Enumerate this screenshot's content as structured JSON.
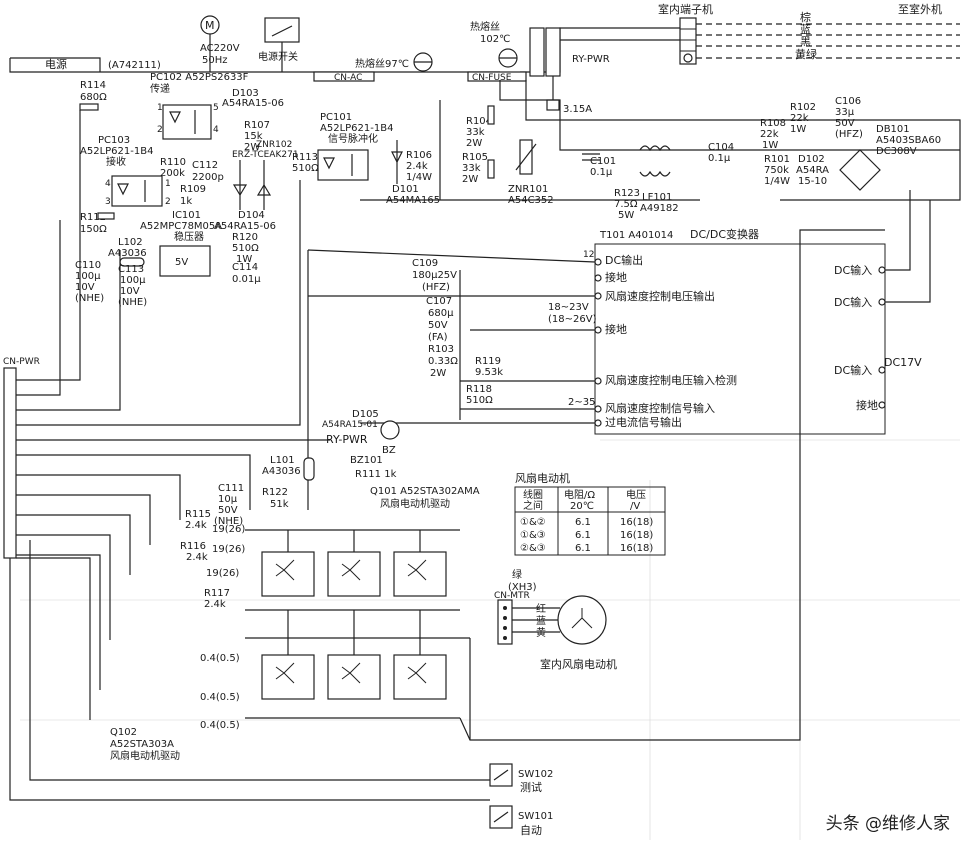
{
  "watermark": "头条 @维修人家",
  "labels": {
    "motor_symbol": "M",
    "ac220v": "AC220V",
    "hz50": "50Hz",
    "power_switch": "电源开关",
    "indoor_terminal": "室内端子机",
    "to_outdoor": "至室外机",
    "wire_brown": "棕",
    "wire_blue": "蓝",
    "wire_black": "黑",
    "wire_yellow_green": "黄绿",
    "power": "电源",
    "power_part": "(A742111)",
    "thermal_fuse_97": "热熔丝97℃",
    "thermal_fuse": "热熔丝",
    "temp_102": "102℃",
    "cn_ac": "CN-AC",
    "cn_fuse": "CN-FUSE",
    "ry_pwr": "RY-PWR",
    "fuse_315": "3.15A",
    "pc102": "PC102 A52PS2633F",
    "pc102_fn": "传递",
    "pin1": "1",
    "pin2": "2",
    "pin3": "3",
    "pin4": "4",
    "pin5": "5",
    "pin12": "12",
    "r114": "R114",
    "r114_val": "680Ω",
    "pc103": "PC103",
    "pc103_part": "A52LP621-1B4",
    "pc103_fn": "接收",
    "r110": "R110",
    "r110_val": "200k",
    "c112": "C112",
    "c112_val": "2200p",
    "r109": "R109",
    "r109_val": "1k",
    "r112": "R112",
    "r112_val": "150Ω",
    "ic101": "IC101",
    "ic101_part": "A52MPC78M05A",
    "regulator": "稳压器",
    "five_v": "5V",
    "l102": "L102",
    "l102_part": "A43036",
    "c110": "C110",
    "c110_val": "100μ",
    "c113": "C113",
    "c113_val": "100μ",
    "v10": "10V",
    "nhe": "(NHE)",
    "c114": "C114",
    "c114_val": "0.01μ",
    "d104": "D104",
    "d104_part": "A54RA15-06",
    "r120": "R120",
    "r120_val": "510Ω",
    "w1": "1W",
    "w2": "2W",
    "w5": "5W",
    "w_quarter": "1/4W",
    "d103": "D103",
    "d103_part": "A54RA15-06",
    "r107": "R107",
    "r107_val": "15k",
    "znr102": "ZNR102",
    "znr102_part": "ERZ-TCEAK271",
    "pc101": "PC101",
    "pc101_part": "A52LP621-1B4",
    "pc101_fn": "信号脉冲化",
    "r113": "R113",
    "r113_val": "510Ω",
    "r106": "R106",
    "r106_val": "2.4k",
    "d101": "D101",
    "d101_part": "A54MA165",
    "r104": "R104",
    "r104_val": "33k",
    "r105": "R105",
    "r105_val": "33k",
    "znr101": "ZNR101",
    "znr101_part": "A54C352",
    "c101": "C101",
    "c101_val": "0.1μ",
    "lf101": "LF101",
    "lf101_part": "A49182",
    "r123": "R123",
    "r123_val": "7.5Ω",
    "c104": "C104",
    "c104_val": "0.1μ",
    "r108": "R108",
    "r108_val": "22k",
    "r102": "R102",
    "r102_val": "22k",
    "r101": "R101",
    "r101_val": "750k",
    "d102": "D102",
    "d102_part": "A54RA",
    "d102_part2": "15-10",
    "c106": "C106",
    "c106_val": "33μ",
    "v50": "50V",
    "hfz": "(HFZ)",
    "fa": "(FA)",
    "db101": "DB101",
    "db101_part": "A5403SBA60",
    "db101_v": "DC308V",
    "t101": "T101 A401014",
    "dcdc": "DC/DC变换器",
    "dc_out": "DC输出",
    "ground": "接地",
    "fan_speed_v_out": "风扇速度控制电压输出",
    "range_18_23": "18~23V",
    "range_18_26": "(18~26V)",
    "fan_speed_v_detect": "风扇速度控制电压输入检测",
    "range_2_35": "2~35",
    "fan_speed_sig_in": "风扇速度控制信号输入",
    "overcurrent_out": "过电流信号输出",
    "dc_in": "DC输入",
    "dc17v": "DC17V",
    "c109": "C109",
    "c109_val": "180μ25V",
    "c107": "C107",
    "c107_val": "680μ",
    "r103": "R103",
    "r103_val": "0.33Ω",
    "r119": "R119",
    "r119_val": "9.53k",
    "r118": "R118",
    "r118_val": "510Ω",
    "d105": "D105",
    "d105_part": "A54RA15-01",
    "bz101": "BZ101",
    "bz": "BZ",
    "r111": "R111 1k",
    "l101": "L101",
    "l101_part": "A43036",
    "c111": "C111",
    "c111_val": "10μ",
    "r122": "R122",
    "r122_val": "51k",
    "q101": "Q101 A52STA302AMA",
    "motor_drive": "风扇电动机驱动",
    "r115": "R115",
    "r115_val": "2.4k",
    "r19_26": "19(26)",
    "r116": "R116",
    "r116_val": "2.4k",
    "r117": "R117",
    "r117_val": "2.4k",
    "i_04": "0.4(0.5)",
    "q102": "Q102",
    "q102_part": "A52STA303A",
    "cn_pwr": "CN-PWR",
    "green": "绿",
    "xh3": "(XH3)",
    "cn_mtr": "CN-MTR",
    "red": "红",
    "yellow": "黄",
    "indoor_fan_motor": "室内风扇电动机",
    "sw102": "SW102",
    "test": "测试",
    "sw101": "SW101",
    "auto": "自动"
  },
  "fan_table": {
    "title": "风扇电动机",
    "col1_l1": "线圈",
    "col1_l2": "之间",
    "col2_l1": "电阻/Ω",
    "col2_l2": "20℃",
    "col3_l1": "电压",
    "col3_l2": "/V",
    "rows": [
      [
        "①&②",
        "6.1",
        "16(18)"
      ],
      [
        "①&③",
        "6.1",
        "16(18)"
      ],
      [
        "②&③",
        "6.1",
        "16(18)"
      ]
    ]
  }
}
